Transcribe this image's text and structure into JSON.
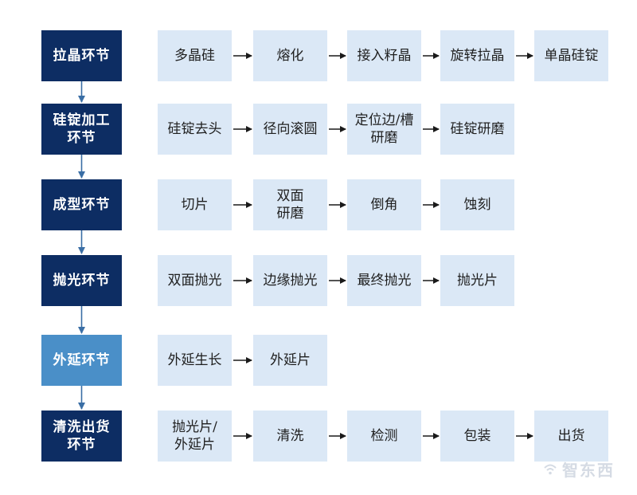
{
  "colors": {
    "stage_dark": "#0d2d63",
    "stage_light": "#4a8fc8",
    "step_bg": "#dbe8f6",
    "arrow": "#1a1a1a",
    "connector": "#3a6ea5"
  },
  "rows": [
    {
      "stage": "拉晶环节",
      "accent": "dark",
      "steps": [
        "多晶硅",
        "熔化",
        "接入籽晶",
        "旋转拉晶",
        "单晶硅锭"
      ]
    },
    {
      "stage": "硅锭加工\n环节",
      "accent": "dark",
      "steps": [
        "硅锭去头",
        "径向滚圆",
        "定位边/槽\n研磨",
        "硅锭研磨"
      ]
    },
    {
      "stage": "成型环节",
      "accent": "dark",
      "steps": [
        "切片",
        "双面\n研磨",
        "倒角",
        "蚀刻"
      ]
    },
    {
      "stage": "抛光环节",
      "accent": "dark",
      "steps": [
        "双面抛光",
        "边缘抛光",
        "最终抛光",
        "抛光片"
      ]
    },
    {
      "stage": "外延环节",
      "accent": "light",
      "steps": [
        "外延生长",
        "外延片"
      ]
    },
    {
      "stage": "清洗出货\n环节",
      "accent": "dark",
      "steps": [
        "抛光片/\n外延片",
        "清洗",
        "检测",
        "包装",
        "出货"
      ]
    }
  ],
  "watermark": {
    "text": "智东西",
    "icon": "wifi-icon"
  }
}
